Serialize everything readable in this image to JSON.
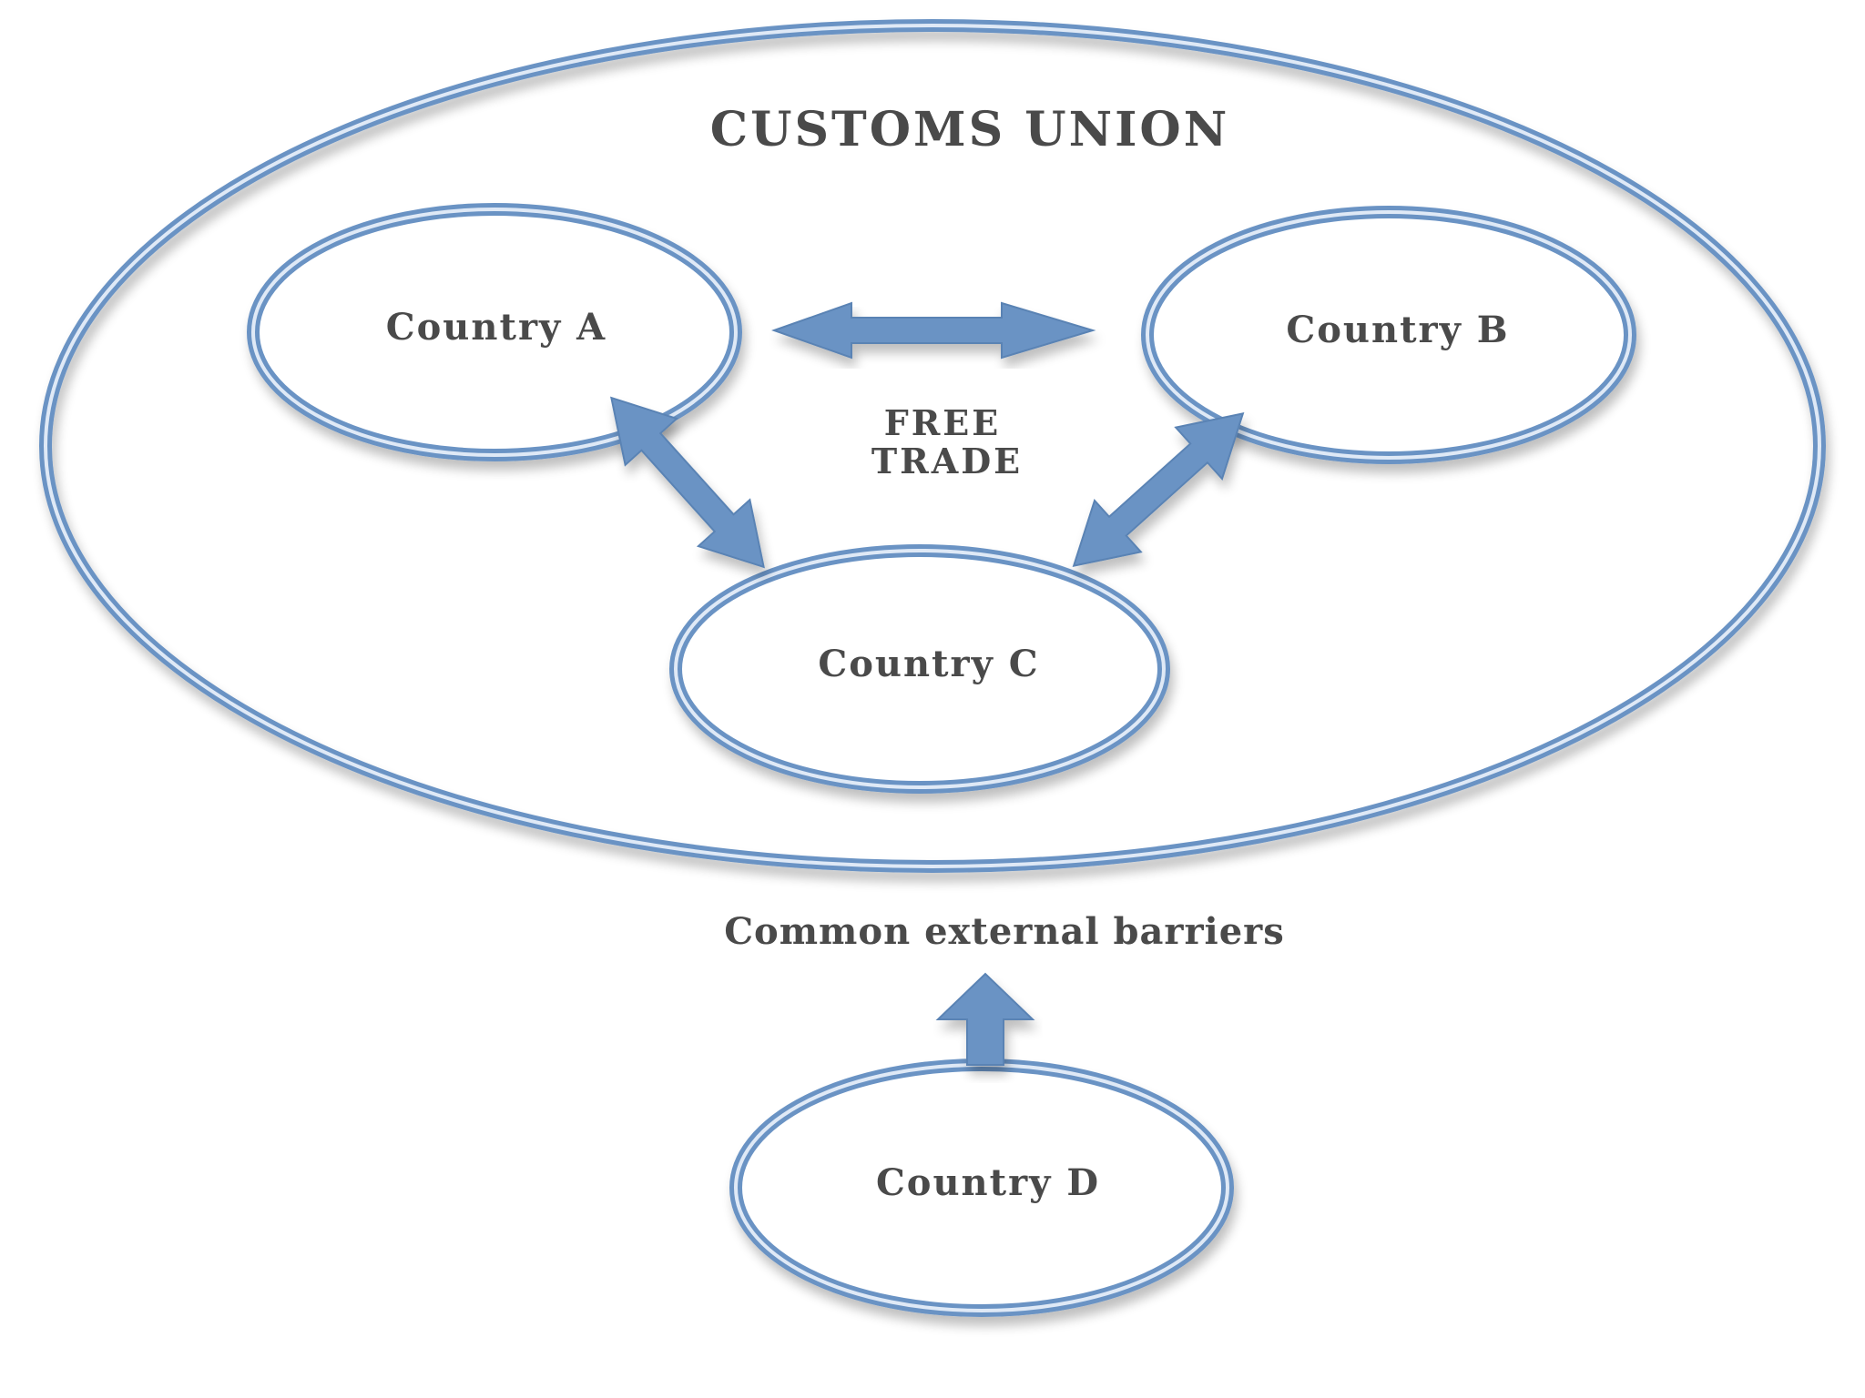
{
  "diagram": {
    "title": "CUSTOMS UNION",
    "countries": {
      "a": "Country A",
      "b": "Country B",
      "c": "Country C",
      "d": "Country D"
    },
    "free_trade": {
      "line1": "FREE",
      "line2": "TRADE"
    },
    "barriers_label": "Common external barriers"
  },
  "colors": {
    "outline": "#6a93c4",
    "outline_inner": "#9fbbe0",
    "arrow": "#6a93c4",
    "text": "#4a4a4a",
    "background": "#ffffff"
  }
}
